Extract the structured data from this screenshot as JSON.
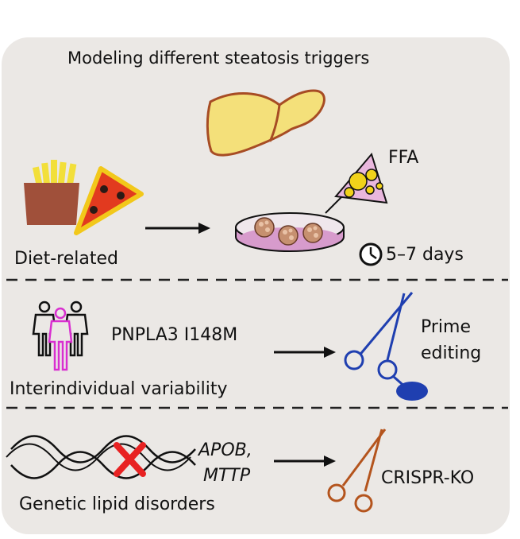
{
  "title": "Modeling different steatosis triggers",
  "rows": [
    {
      "label": "Diet-related",
      "trigger": "FFA",
      "duration": "5–7 days",
      "icons": [
        "french-fries-icon",
        "pizza-slice-icon",
        "liver-icon",
        "pipette-icon",
        "petri-dish-icon",
        "clock-icon"
      ]
    },
    {
      "label": "Interindividual variability",
      "variant": "PNPLA3 I148M",
      "tool": "Prime editing",
      "tool_lines": [
        "Prime",
        "editing"
      ],
      "icons": [
        "people-group-icon",
        "scissors-icon"
      ]
    },
    {
      "label": "Genetic lipid disorders",
      "genes": [
        "APOB,",
        "MTTP"
      ],
      "tool": "CRISPR-KO",
      "icons": [
        "dna-helix-icon",
        "red-cross-icon",
        "scissors-icon"
      ]
    }
  ],
  "colors": {
    "panel": "#ebe8e5",
    "liver": "#f4e07a",
    "fries": "#f2df3a",
    "fries_box": "#a0503a",
    "pizza": "#e23a1f",
    "dish_medium": "#d79bcc",
    "pipette": "#e9b7dd",
    "prime_editing": "#1f3fb0",
    "crispr": "#b4541d",
    "highlight_person": "#d92fd0",
    "red_cross": "#e82222"
  }
}
